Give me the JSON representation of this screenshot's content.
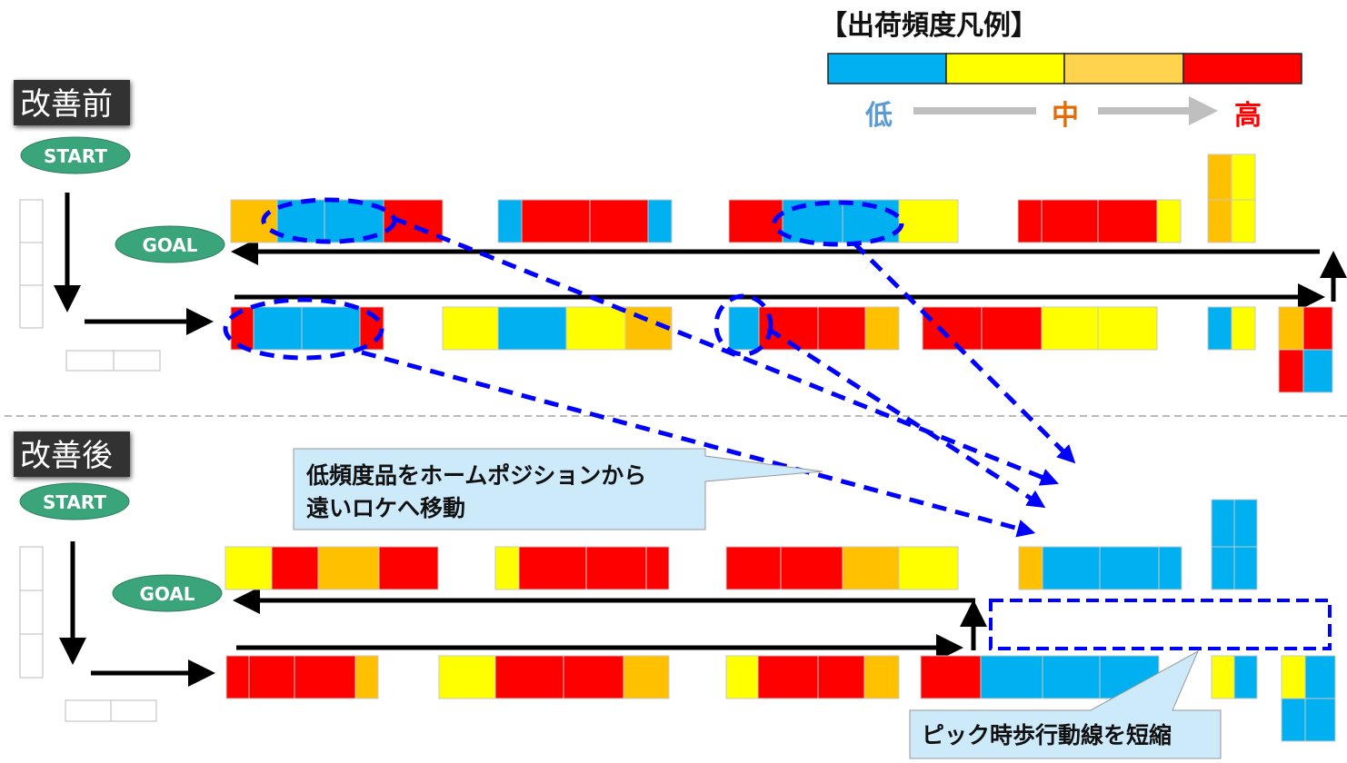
{
  "colors": {
    "low": "#00b0f0",
    "mid_low": "#ffff00",
    "mid_high": "#ffc000",
    "high": "#ff0000",
    "legend_mid_high": "#ffd34d",
    "callout_bg": "#cdeafb",
    "marker": "#0000ff",
    "oval": "#3aa57a",
    "label_bg": "#333333"
  },
  "legend": {
    "title": "【出荷頻度凡例】",
    "levels": [
      "low",
      "mid_low",
      "mid_high",
      "high"
    ],
    "low_label": "低",
    "mid_label": "中",
    "high_label": "高",
    "low_color": "#5b9bd5",
    "mid_color": "#e36c09",
    "high_color": "#ff0000"
  },
  "before": {
    "label": "改善前",
    "start": "START",
    "goal": "GOAL",
    "top_row": [
      [
        "mid_high",
        "low",
        "low",
        "high"
      ],
      [
        "low",
        "high",
        "high",
        "low"
      ],
      [
        "high",
        "low",
        "low",
        "mid_low"
      ],
      [
        "high",
        "high",
        "high",
        "mid_low"
      ]
    ],
    "top_column": [
      [
        "mid_high",
        "mid_low"
      ],
      [
        "mid_high",
        "mid_low"
      ]
    ],
    "bottom_row": [
      [
        "high",
        "low",
        "low",
        "high"
      ],
      [
        "mid_low",
        "low",
        "mid_low",
        "mid_high"
      ],
      [
        "low",
        "high",
        "high",
        "mid_high"
      ],
      [
        "high",
        "high",
        "mid_low",
        "mid_low"
      ],
      [
        "low",
        "mid_low"
      ]
    ],
    "bottom_grid": [
      [
        "mid_high",
        "high"
      ],
      [
        "high",
        "low"
      ]
    ]
  },
  "after": {
    "label": "改善後",
    "start": "START",
    "goal": "GOAL",
    "top_row": [
      [
        "mid_low",
        "high",
        "mid_high",
        "high"
      ],
      [
        "mid_low",
        "high",
        "high",
        "high"
      ],
      [
        "high",
        "high",
        "mid_high",
        "mid_low"
      ],
      [
        "mid_high",
        "low",
        "low",
        "low"
      ]
    ],
    "top_column": [
      [
        "low",
        "low"
      ],
      [
        "low",
        "low"
      ]
    ],
    "bottom_row": [
      [
        "high",
        "high",
        "high",
        "mid_high"
      ],
      [
        "mid_low",
        "high",
        "high",
        "mid_high"
      ],
      [
        "mid_low",
        "high",
        "high",
        "mid_high"
      ],
      [
        "high",
        "low",
        "low",
        "low"
      ],
      [
        "mid_low",
        "low"
      ]
    ],
    "bottom_grid": [
      [
        "mid_low",
        "low"
      ],
      [
        "low",
        "low"
      ]
    ],
    "callout_move": [
      "低頻度品をホームポジションから",
      "遠いロケへ移動"
    ],
    "callout_shorten": "ピック時歩行動線を短縮"
  }
}
